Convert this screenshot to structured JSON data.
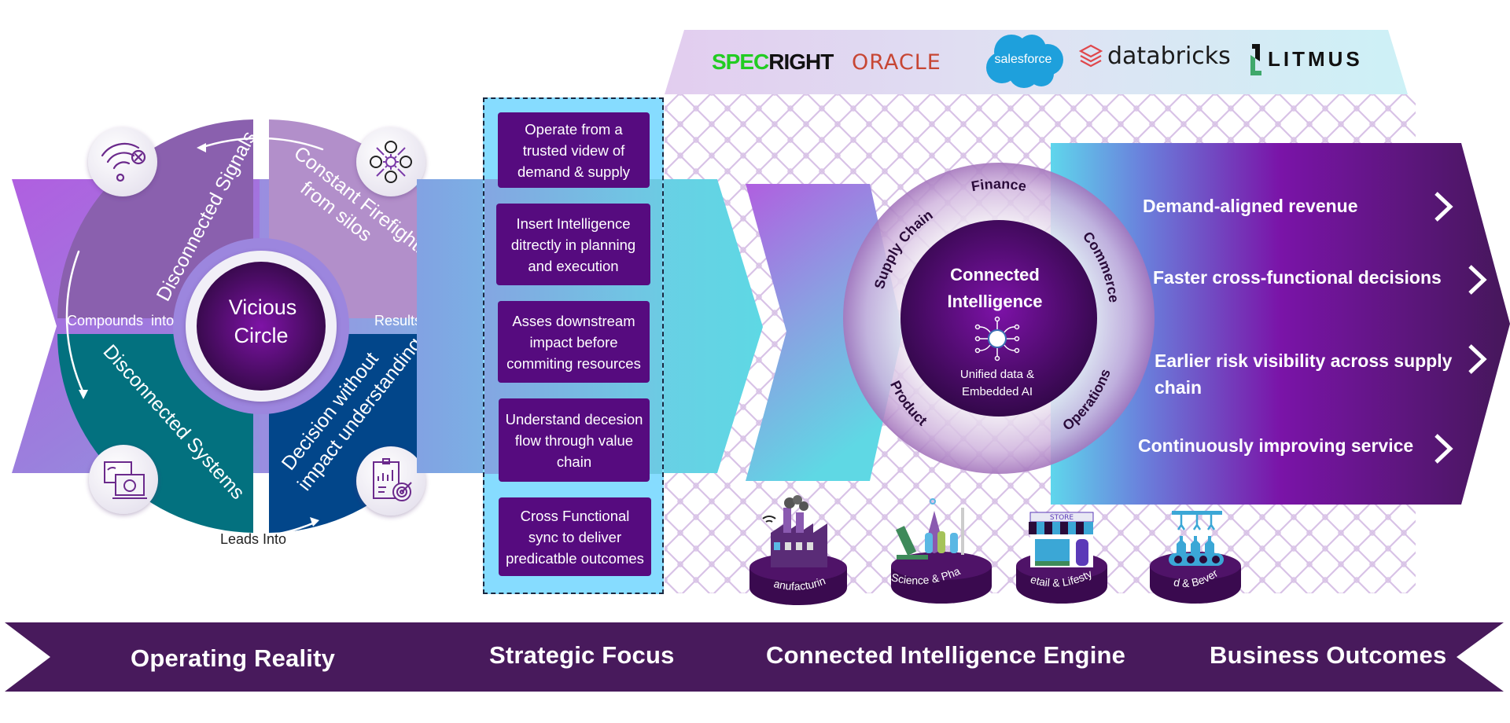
{
  "partners": {
    "logos": [
      {
        "name": "SPECRIGHT",
        "parts": [
          "SPEC",
          "RIGHT"
        ],
        "colors": [
          "#22cc22",
          "#111111"
        ]
      },
      {
        "name": "ORACLE",
        "color": "#c74634"
      },
      {
        "name": "salesforce",
        "color": "#1798c1"
      },
      {
        "name": "databricks",
        "color": "#1b1b1b",
        "icon_color": "#e0474c"
      },
      {
        "name": "LITMUS",
        "color": "#111111",
        "icon_color": "#3fa86b"
      }
    ]
  },
  "operating_reality": {
    "center": {
      "line1": "Vicious",
      "line2": "Circle"
    },
    "quadrants": [
      {
        "label": "Disconnected Signals",
        "color": "#8a60ae",
        "icon": "wifi-disconnected-icon"
      },
      {
        "label_line1": "Constant Firefighting",
        "label_line2": "from silos",
        "color": "#b28fca",
        "icon": "people-gear-network-icon"
      },
      {
        "label": "Disconnected Systems",
        "color": "#03717f",
        "icon": "disconnected-devices-icon"
      },
      {
        "label_line1": "Decision without",
        "label_line2": "impact understanding",
        "color": "#02468a",
        "icon": "clipboard-chart-target-icon"
      }
    ],
    "connectors": {
      "left": "Compounds  into",
      "right": "Results in",
      "bottom": "Leads Into"
    }
  },
  "strategic_focus": {
    "items": [
      {
        "lines": [
          "Operate from a",
          "trusted videw of",
          "demand & supply"
        ]
      },
      {
        "lines": [
          "Insert Intelligence",
          "ditrectly in planning",
          "and execution"
        ]
      },
      {
        "lines": [
          "Asses downstream",
          "impact before",
          "commiting resources"
        ]
      },
      {
        "lines": [
          "Understand decesion",
          "flow through value",
          "chain"
        ]
      },
      {
        "lines": [
          "Cross Functional",
          "sync to deliver",
          "predicatble outcomes"
        ]
      }
    ]
  },
  "engine": {
    "center_title_line1": "Connected",
    "center_title_line2": "Intelligence",
    "center_icon": "network-hub-icon",
    "center_sub_line1": "Unified data &",
    "center_sub_line2": "Embedded AI",
    "ring_labels": [
      "Finance",
      "Commerce",
      "Operations",
      "Product",
      "Supply Chain"
    ],
    "industries": [
      {
        "label": "Manufacturing",
        "icon": "factory-icon"
      },
      {
        "label": "Life Science & Pharma",
        "icon": "lab-microscope-icon"
      },
      {
        "label": "Retail & Lifestyle",
        "icon": "store-icon",
        "sign": "STORE"
      },
      {
        "label": "Food & Beverage",
        "icon": "bottling-conveyor-icon"
      }
    ]
  },
  "outcomes": {
    "items": [
      {
        "line1": "Demand-aligned revenue",
        "line2": ""
      },
      {
        "line1": "Faster cross-functional decisions",
        "line2": ""
      },
      {
        "line1": "Earlier risk visibility across supply",
        "line2": "chain"
      },
      {
        "line1": "Continuously improving service",
        "line2": ""
      }
    ]
  },
  "bottom_bar": {
    "labels": [
      "Operating Reality",
      "Strategic Focus",
      "Connected Intelligence Engine",
      "Business Outcomes"
    ],
    "color": "#481a5c"
  },
  "colors": {
    "deep_purple": "#560b7f",
    "bar_purple": "#481a5c",
    "cyan": "#62d6e4",
    "violet": "#b15fe0"
  }
}
